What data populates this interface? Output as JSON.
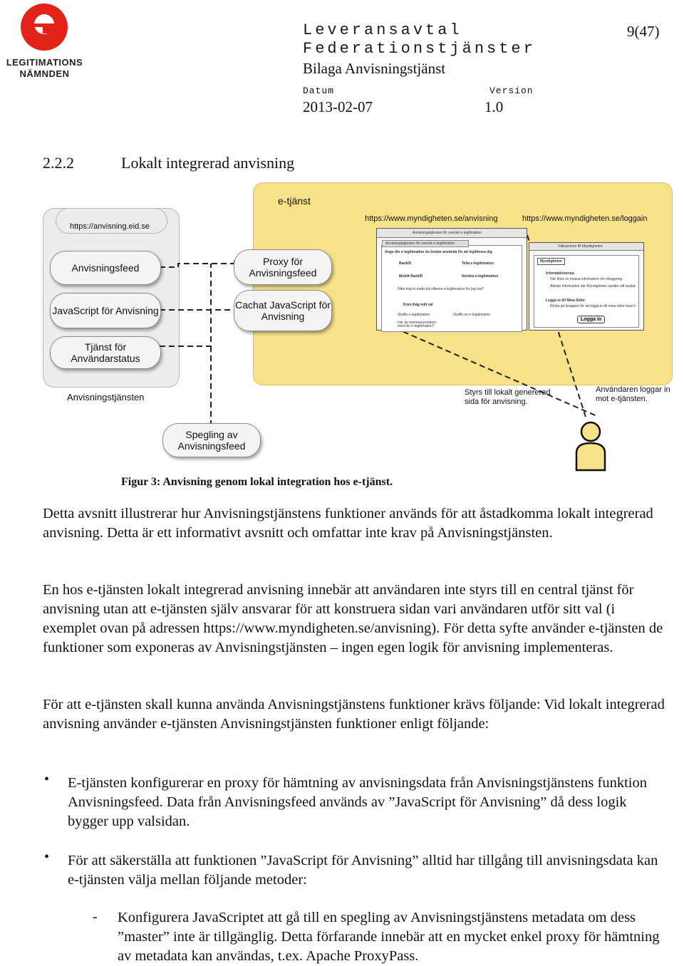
{
  "header": {
    "logo_letter": "e",
    "logo_line1": "LEGITIMATIONS",
    "logo_line2": "NÄMNDEN",
    "title_line1": "Leveransavtal",
    "title_line2": "Federationstjänster",
    "subtitle": "Bilaga Anvisningstjänst",
    "page": "9(47)",
    "date_label": "Datum",
    "date_value": "2013-02-07",
    "version_label": "Version",
    "version_value": "1.0"
  },
  "section": {
    "number": "2.2.2",
    "title": "Lokalt integrerad anvisning"
  },
  "diagram": {
    "etjanst_label": "e-tjänst",
    "eid_url": "https://anvisning.eid.se",
    "anvisning_url": "https://www.myndigheten.se/anvisning",
    "loggain_url": "https://www.myndigheten.se/loggain",
    "nodes": {
      "anvisningsfeed": "Anvisningsfeed",
      "js_anvisning": "JavaScript för Anvisning",
      "tjanst_status": "Tjänst för Användarstatus",
      "proxy": "Proxy för Anvisningsfeed",
      "cachat_js": "Cachat JavaScript för Anvisning",
      "spegling": "Spegling av Anvisningsfeed"
    },
    "anvisningstjansten_label": "Anvisningstjänsten",
    "styrs_label": "Styrs till lokalt genererad sida för anvisning.",
    "anvandaren_label": "Användaren loggar in mot e-tjänsten.",
    "browser1": {
      "title": "Anvisningstjänsten för svensk e-legitimation",
      "tab": "Anvisningstjänsten för svensk e-legitimation",
      "heading": "Ange din e-legitimation du brukar använda för att legitimera dig",
      "options": [
        "BankID",
        "Telia e-legitimation",
        "Mobilt BankID",
        "Nordea e-legitimation"
      ],
      "link1": "Hitta mig to make på sifteme e-legitimation for jag har?",
      "remember": "Kom ihåg mitt val",
      "link2": "Skaffa e-legitimation",
      "link3": "Skaffa en e-legitimation",
      "link4": "Har du tekniska problem med din e-legitimation?"
    },
    "browser2": {
      "title": "Välkommen till Myndigheten",
      "brand": "Myndigheten",
      "info_heading": "Informationsruta",
      "info_text": "Här finns sv massa information om inloggning",
      "info_text2": "Allmän information där Myndigheten sprider sitt budskap.",
      "login_heading": "Logga in till Mina Sidor",
      "login_text": "Klicka på knappen för att logga in till mina sidor med din e-legitimation.",
      "login_button": "Logga in"
    }
  },
  "figure_caption": "Figur 3: Anvisning genom lokal integration hos e-tjänst.",
  "paragraphs": [
    "Detta avsnitt illustrerar hur Anvisningstjänstens funktioner används för att åstadkomma lokalt integrerad anvisning. Detta är ett informativt avsnitt och omfattar inte krav på Anvisningstjänsten.",
    "En hos e-tjänsten lokalt integrerad anvisning innebär att användaren inte styrs till en central tjänst för anvisning utan att e-tjänsten själv ansvarar för att konstruera sidan vari användaren utför sitt val (i exemplet ovan på adressen https://www.myndigheten.se/anvisning). För detta syfte använder e-tjänsten de funktioner som exponeras av Anvisningstjänsten – ingen egen logik för anvisning implementeras.",
    "För att e-tjänsten skall kunna använda Anvisningstjänstens funktioner krävs följande: Vid lokalt integrerad anvisning använder e-tjänsten Anvisningstjänsten funktioner enligt följande:"
  ],
  "bullets": [
    "E-tjänsten konfigurerar en proxy för hämtning av anvisningsdata från Anvisningstjänstens funktion Anvisningsfeed. Data från Anvisningsfeed används av ”JavaScript för Anvisning” då dess logik bygger upp valsidan.",
    "För att säkerställa att funktionen ”JavaScript för Anvisning” alltid har tillgång till anvisningsdata kan e-tjänsten välja mellan följande metoder:"
  ],
  "dash_items": [
    "Konfigurera JavaScriptet att gå till en spegling av Anvisningstjänstens metadata om dess ”master” inte är tillgänglig. Detta förfarande innebär att en mycket enkel proxy för hämtning av metadata kan användas, t.ex. Apache ProxyPass."
  ],
  "colors": {
    "logo_red": "#e2231a",
    "cloud_yellow": "#f7e28a",
    "cloud_gray": "#ececec"
  }
}
